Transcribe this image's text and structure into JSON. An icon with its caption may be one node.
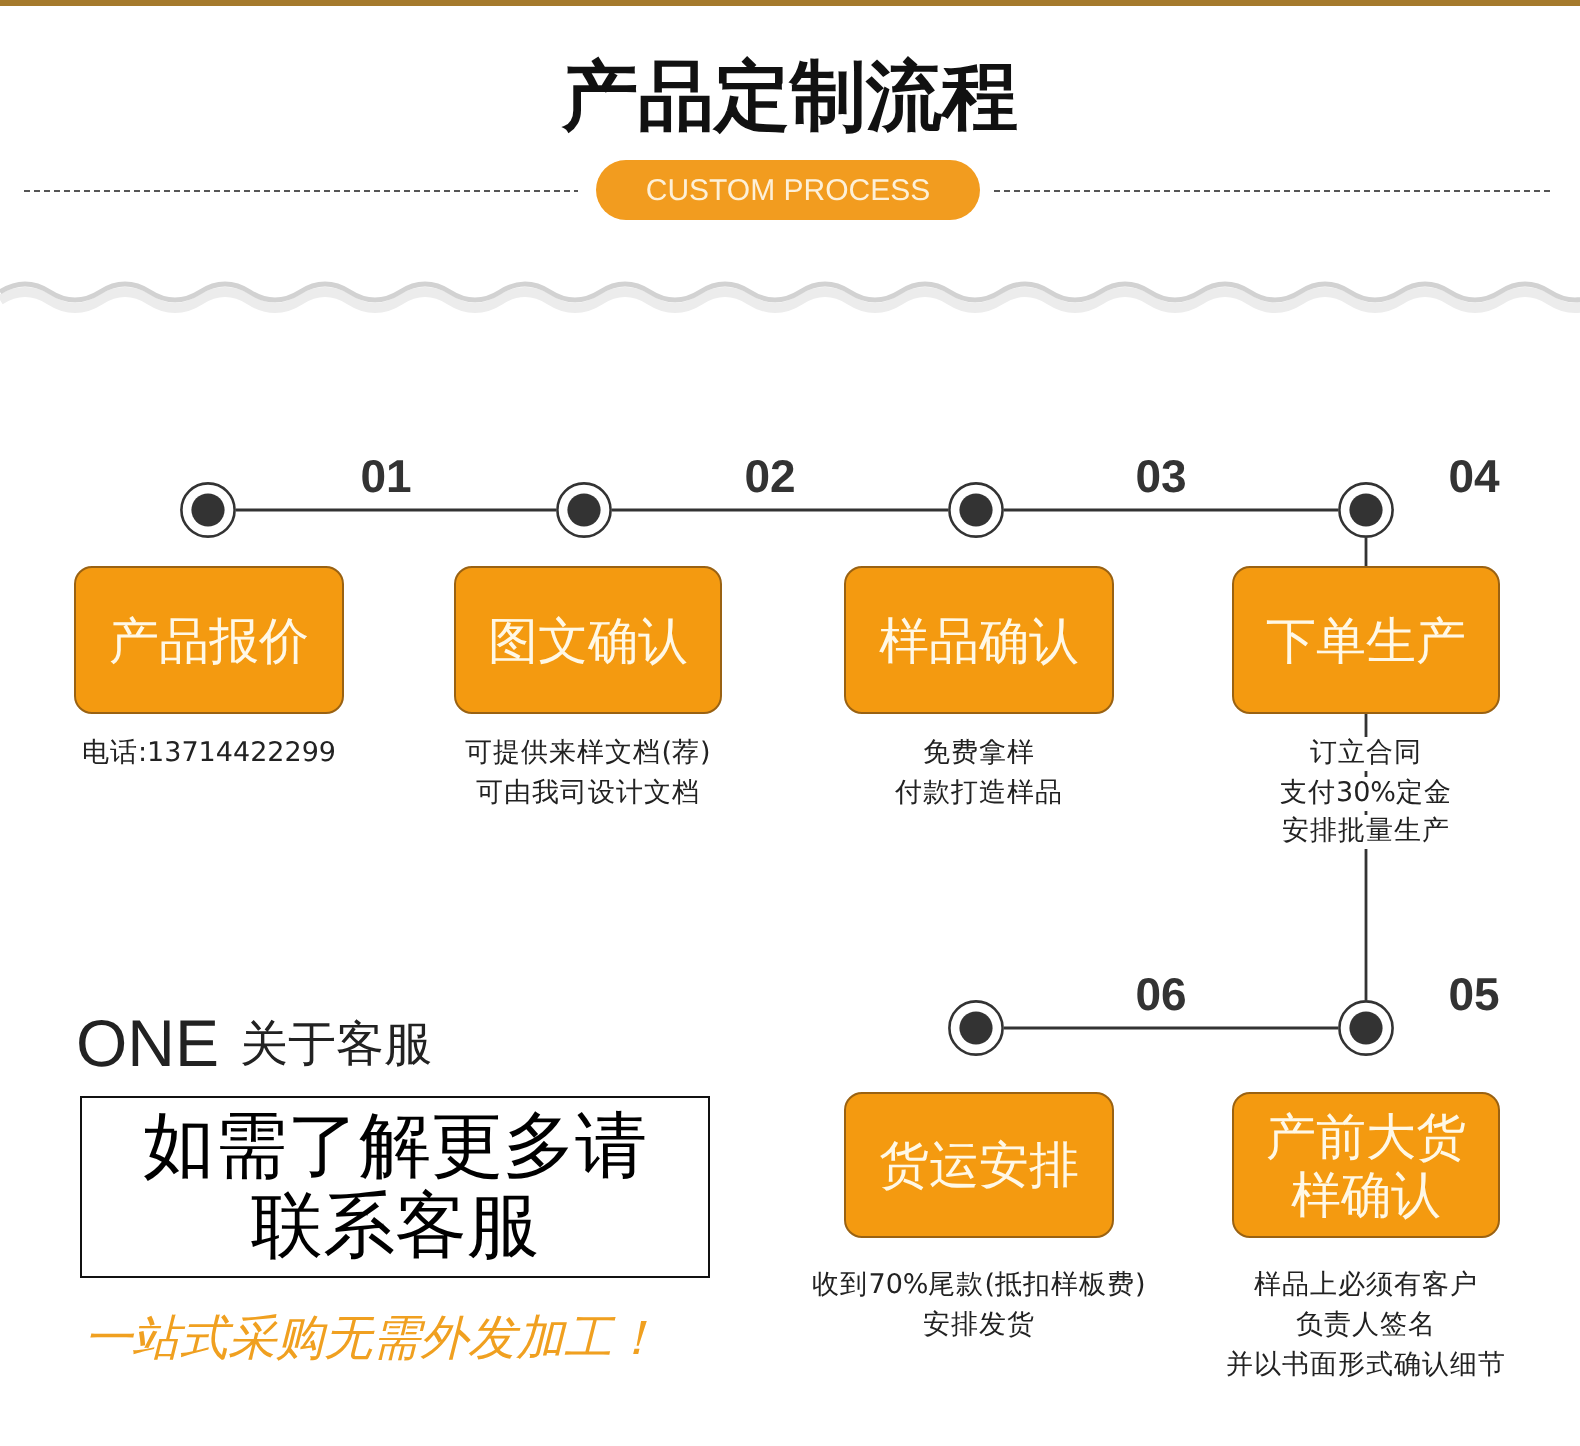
{
  "diagram": {
    "title": "产品定制流程",
    "nodes": [
      {
        "text": [
          "CUSTOM PROCESS"
        ]
      },
      {
        "text": [],
        "shape": "circle"
      },
      {
        "text": [],
        "shape": "circle"
      },
      {
        "text": [],
        "shape": "circle"
      },
      {
        "text": [],
        "shape": "circle",
        "beside": [
          "04"
        ]
      },
      {
        "text": [
          "产品报价"
        ],
        "beside": [
          "电话:13714422299"
        ]
      },
      {
        "text": [
          "图文确认"
        ],
        "beside": [
          "可提供来样文档(荐)",
          "可由我司设计文档"
        ]
      },
      {
        "text": [
          "样品确认"
        ],
        "beside": [
          "免费拿样",
          "付款打造样品"
        ]
      },
      {
        "text": [
          "下单生产"
        ],
        "beside": [
          "订立合同",
          "支付30%定金",
          "安排批量生产"
        ]
      },
      {
        "text": [],
        "shape": "circle"
      },
      {
        "text": [],
        "shape": "circle",
        "beside": [
          "05"
        ]
      },
      {
        "text": [
          "如需了解更多请联系客服"
        ]
      },
      {
        "text": [
          "货运安排"
        ],
        "beside": [
          "收到70%尾款(抵扣样板费)",
          "安排发货"
        ]
      },
      {
        "text": [
          "产前大货样确认"
        ],
        "beside": [
          "样品上必须有客户",
          "负责人签名",
          "并以书面形式确认细节"
        ]
      }
    ],
    "edges": [
      {
        "from": 1,
        "to": 2,
        "arrow": "none",
        "label": "01"
      },
      {
        "from": 2,
        "to": 3,
        "arrow": "none",
        "label": "02"
      },
      {
        "from": 3,
        "to": 4,
        "arrow": "none",
        "label": "03"
      },
      {
        "from": 4,
        "to": 8,
        "arrow": "none"
      },
      {
        "from": 8,
        "to": 10,
        "arrow": "none"
      },
      {
        "from": 10,
        "to": 9,
        "arrow": "none",
        "label": "06"
      }
    ],
    "labels": [
      "ONE",
      "关于客服",
      "一站式采购无需外发加工！"
    ]
  }
}
